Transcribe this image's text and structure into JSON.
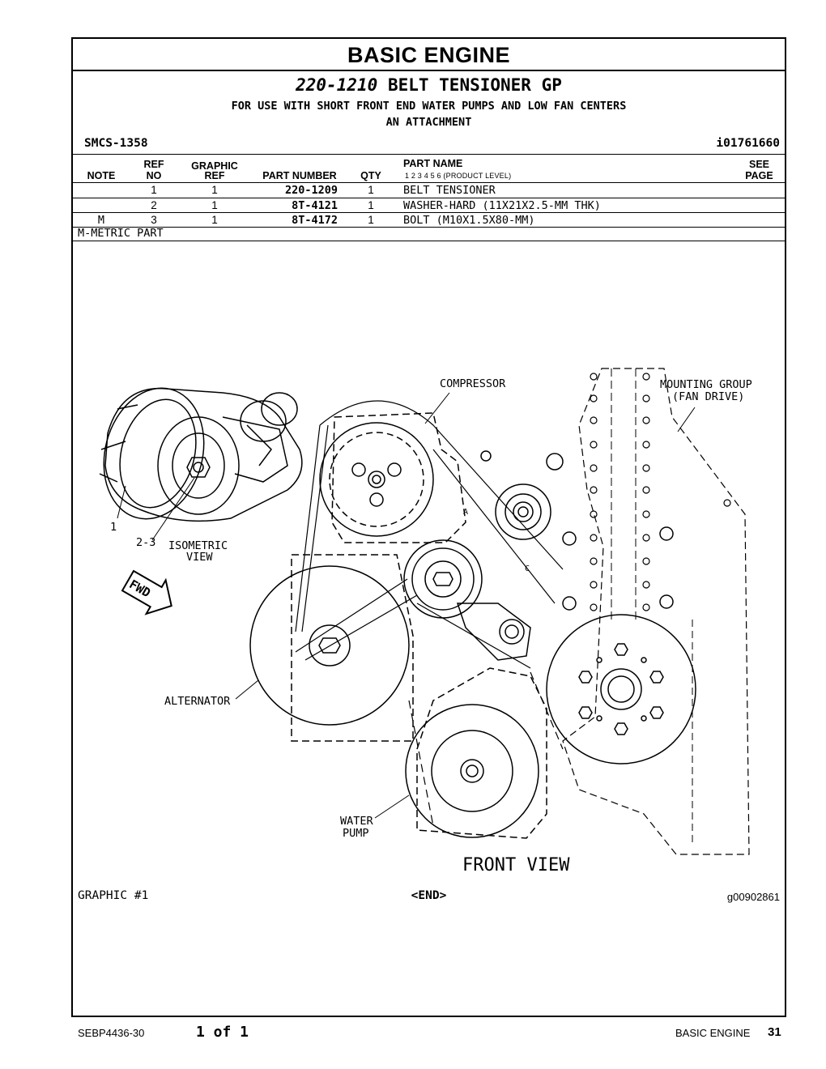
{
  "section_title": "BASIC ENGINE",
  "group": {
    "part_number": "220-1210",
    "name": "BELT TENSIONER GP",
    "subtitle_1": "FOR USE WITH SHORT FRONT END WATER PUMPS AND LOW FAN CENTERS",
    "subtitle_2": "AN ATTACHMENT"
  },
  "smcs": "SMCS-1358",
  "illustration_id": "i01761660",
  "table_headers": {
    "note": "NOTE",
    "ref_no_1": "REF",
    "ref_no_2": "NO",
    "graphic_ref_1": "GRAPHIC",
    "graphic_ref_2": "REF",
    "part_number": "PART NUMBER",
    "qty": "QTY",
    "part_name": "PART NAME",
    "product_level": "1    2    3    4    5    6    (PRODUCT LEVEL)",
    "see_page_1": "SEE",
    "see_page_2": "PAGE"
  },
  "parts": [
    {
      "note": "",
      "ref": "1",
      "graphic_ref": "1",
      "part_number": "220-1209",
      "qty": "1",
      "name": "BELT TENSIONER"
    },
    {
      "note": "",
      "ref": "2",
      "graphic_ref": "1",
      "part_number": "8T-4121",
      "qty": "1",
      "name": "WASHER-HARD (11X21X2.5-MM THK)"
    },
    {
      "note": "M",
      "ref": "3",
      "graphic_ref": "1",
      "part_number": "8T-4172",
      "qty": "1",
      "name": "BOLT (M10X1.5X80-MM)"
    }
  ],
  "footnote": "M-METRIC PART",
  "diagram": {
    "labels": {
      "compressor": "COMPRESSOR",
      "mounting_1": "MOUNTING GROUP",
      "mounting_2": "(FAN DRIVE)",
      "callout_1": "1",
      "callout_2_3": "2-3",
      "isometric_1": "ISOMETRIC",
      "isometric_2": "VIEW",
      "fwd": "FWD",
      "alternator": "ALTERNATOR",
      "water_1": "WATER",
      "water_2": "PUMP",
      "front_view": "FRONT VIEW",
      "point_a": "A",
      "point_c": "C"
    }
  },
  "graphic_label": "GRAPHIC #1",
  "end_label": "<END>",
  "graphic_id": "g00902861",
  "footer": {
    "doc_number": "SEBP4436-30",
    "page_of": "1 of 1",
    "section": "BASIC ENGINE",
    "page_number": "31"
  }
}
